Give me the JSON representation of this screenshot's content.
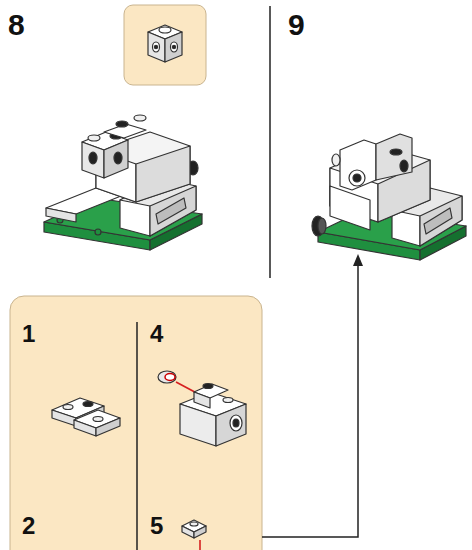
{
  "diagram": {
    "labels": [
      "8",
      "9",
      "1",
      "2",
      "4",
      "5"
    ]
  }
}
